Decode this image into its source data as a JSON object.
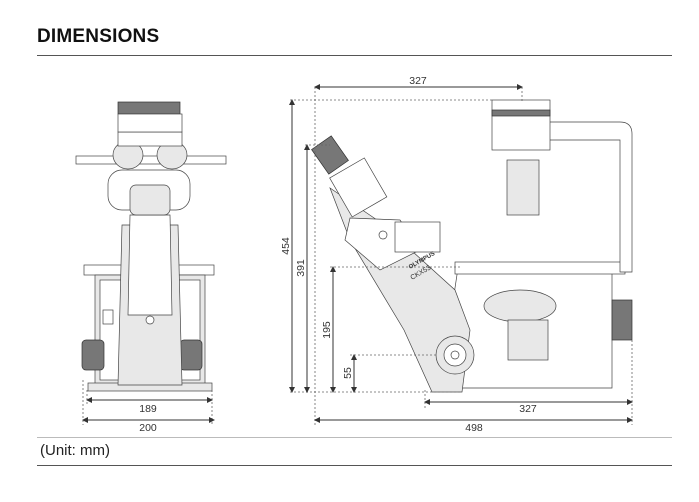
{
  "header": {
    "title": "DIMENSIONS"
  },
  "front_view": {
    "dims": {
      "inner_width": "189",
      "outer_width": "200"
    }
  },
  "side_view": {
    "dims": {
      "top_width": "327",
      "total_height": "454",
      "height_2": "391",
      "height_3": "195",
      "height_4": "55",
      "bottom_width": "327",
      "total_depth": "498"
    },
    "brand": "OLYMPUS",
    "model": "CKX53"
  },
  "footer": {
    "unit_note": "(Unit: mm)"
  }
}
